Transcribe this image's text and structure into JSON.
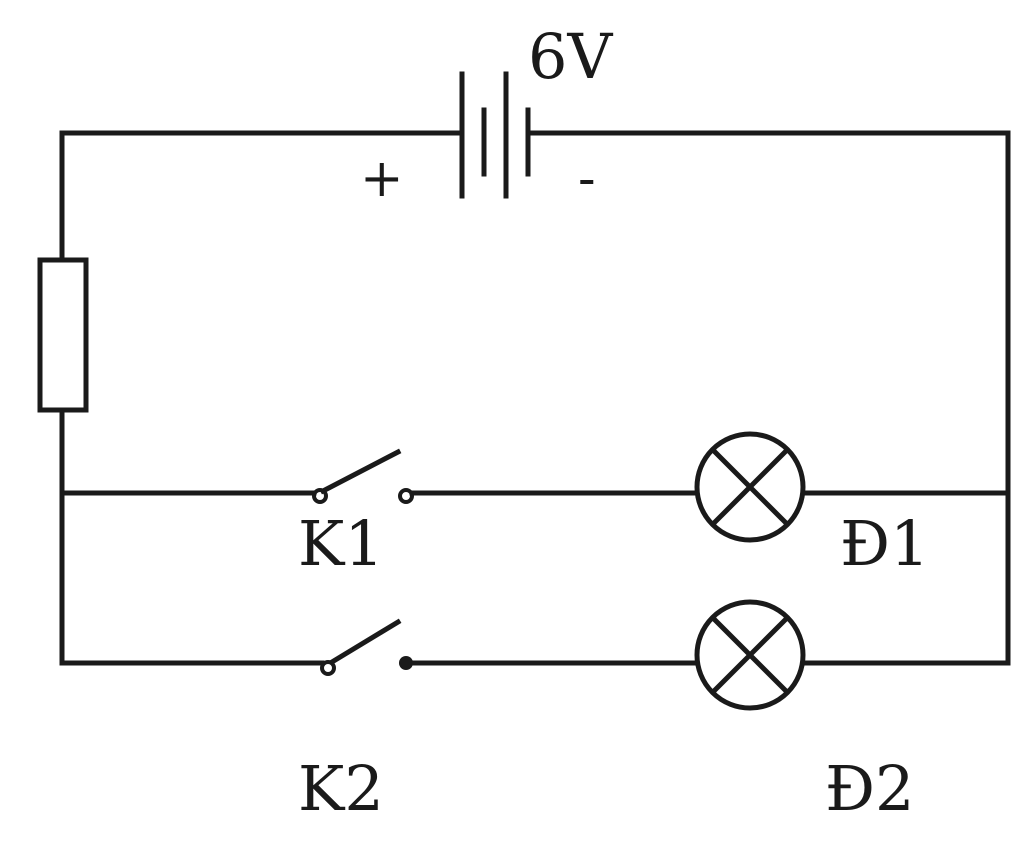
{
  "battery": {
    "voltage_label": "6V",
    "plus_label": "+",
    "minus_label": "-"
  },
  "switches": [
    {
      "label": "K1",
      "state": "open"
    },
    {
      "label": "K2",
      "state": "open"
    }
  ],
  "lamps": [
    {
      "label": "Đ1"
    },
    {
      "label": "Đ2"
    }
  ],
  "colors": {
    "line": "#1a1a1a",
    "background": "#ffffff"
  }
}
